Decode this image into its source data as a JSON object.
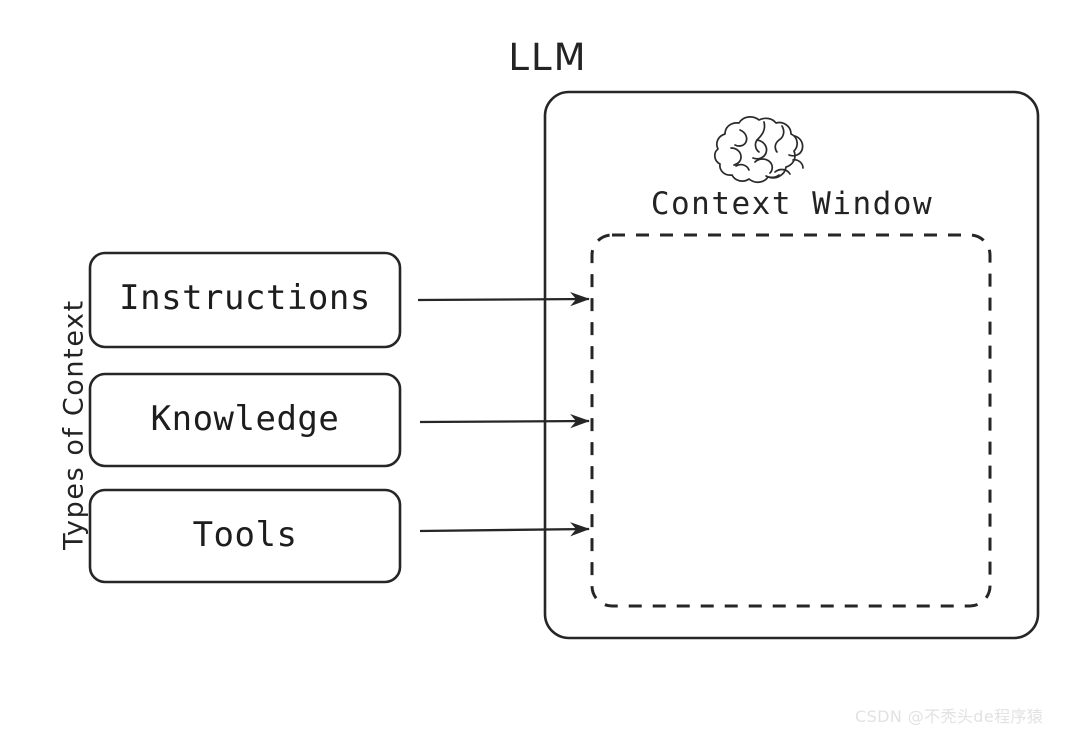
{
  "diagram": {
    "title": "LLM",
    "context_window_label": "Context Window",
    "axis_label": "Types of Context",
    "cards": [
      {
        "label": "Instructions",
        "name": "instructions"
      },
      {
        "label": "Knowledge",
        "name": "knowledge"
      },
      {
        "label": "Tools",
        "name": "tools"
      }
    ],
    "icons": {
      "brain": "brain-icon"
    },
    "arrows": [
      {
        "from": "Instructions",
        "to": "Context Window"
      },
      {
        "from": "Knowledge",
        "to": "Context Window"
      },
      {
        "from": "Tools",
        "to": "Context Window"
      }
    ],
    "colors": {
      "background": "#ffffff",
      "stroke": "#262626",
      "text": "#232323",
      "watermark": "#e2e2e2"
    }
  },
  "watermark": {
    "text": "CSDN @不秃头de程序猿"
  }
}
